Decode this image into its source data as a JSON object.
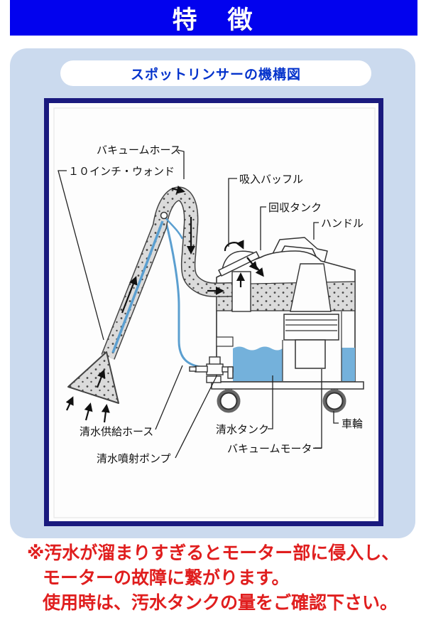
{
  "header": {
    "title": "特　徴"
  },
  "panel": {
    "title": "スポットリンサーの機構図"
  },
  "diagram": {
    "labels": [
      {
        "id": "vacuum-hose",
        "text": "バキュームホース"
      },
      {
        "id": "ten-inch-wand",
        "text": "１０インチ・ウォンド"
      },
      {
        "id": "suction-baffle",
        "text": "吸入バッフル"
      },
      {
        "id": "recovery-tank",
        "text": "回収タンク"
      },
      {
        "id": "handle",
        "text": "ハンドル"
      },
      {
        "id": "clean-water-supply-hose",
        "text": "清水供給ホース"
      },
      {
        "id": "clean-water-spray-pump",
        "text": "清水噴射ポンプ"
      },
      {
        "id": "clean-water-tank",
        "text": "清水タンク"
      },
      {
        "id": "vacuum-motor",
        "text": "バキュームモーター"
      },
      {
        "id": "wheel",
        "text": "車輪"
      }
    ]
  },
  "warning": {
    "lines": [
      "※汚水が溜まりすぎるとモーター部に侵入し、",
      "モーターの故障に繋がります。",
      "使用時は、汚水タンクの量をご確認下さい。"
    ]
  },
  "colors": {
    "header_bg": "#0202EE",
    "panel_bg": "#CBDAEE",
    "title_blue": "#0433CC",
    "diagram_border_navy": "#1A1A7E",
    "warning_red": "#E01E1E",
    "water_blue": "#74B1DB",
    "hose_speckle_gray": "#DBDBDB"
  }
}
